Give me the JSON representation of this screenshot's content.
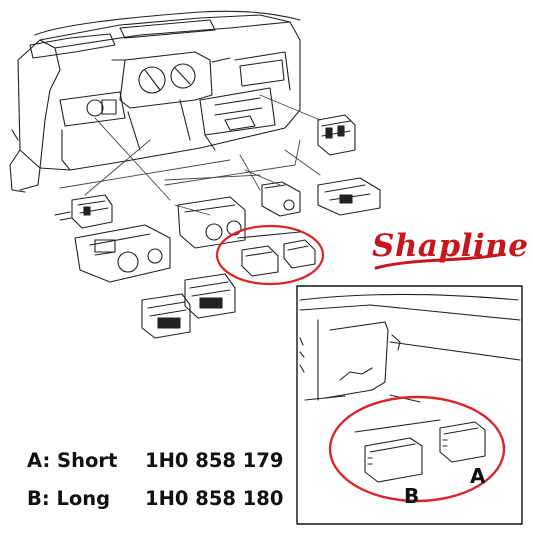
{
  "brand": {
    "name": "Shapline",
    "color": "#c8161d"
  },
  "parts": [
    {
      "label": "A: Short",
      "number": "1H0 858 179"
    },
    {
      "label": "B: Long",
      "number": "1H0 858 180"
    }
  ],
  "inset": {
    "label_a": "A",
    "label_b": "B",
    "highlight_color": "#d8262b"
  }
}
